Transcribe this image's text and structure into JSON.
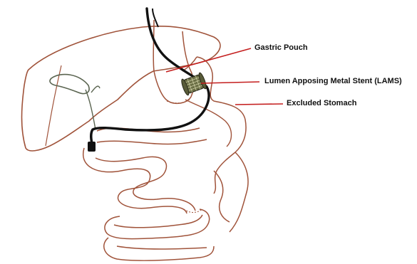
{
  "labels": {
    "gastric_pouch": "Gastric Pouch",
    "lams": "Lumen Apposing Metal Stent (LAMS)",
    "excluded_stomach": "Excluded Stomach"
  },
  "colors": {
    "organ_outline": "#a0533a",
    "leader_line": "#c41e1e",
    "endoscope": "#111111",
    "gallbladder": "#5a6450",
    "stent": "#6b6f45",
    "label_text": "#111111"
  }
}
